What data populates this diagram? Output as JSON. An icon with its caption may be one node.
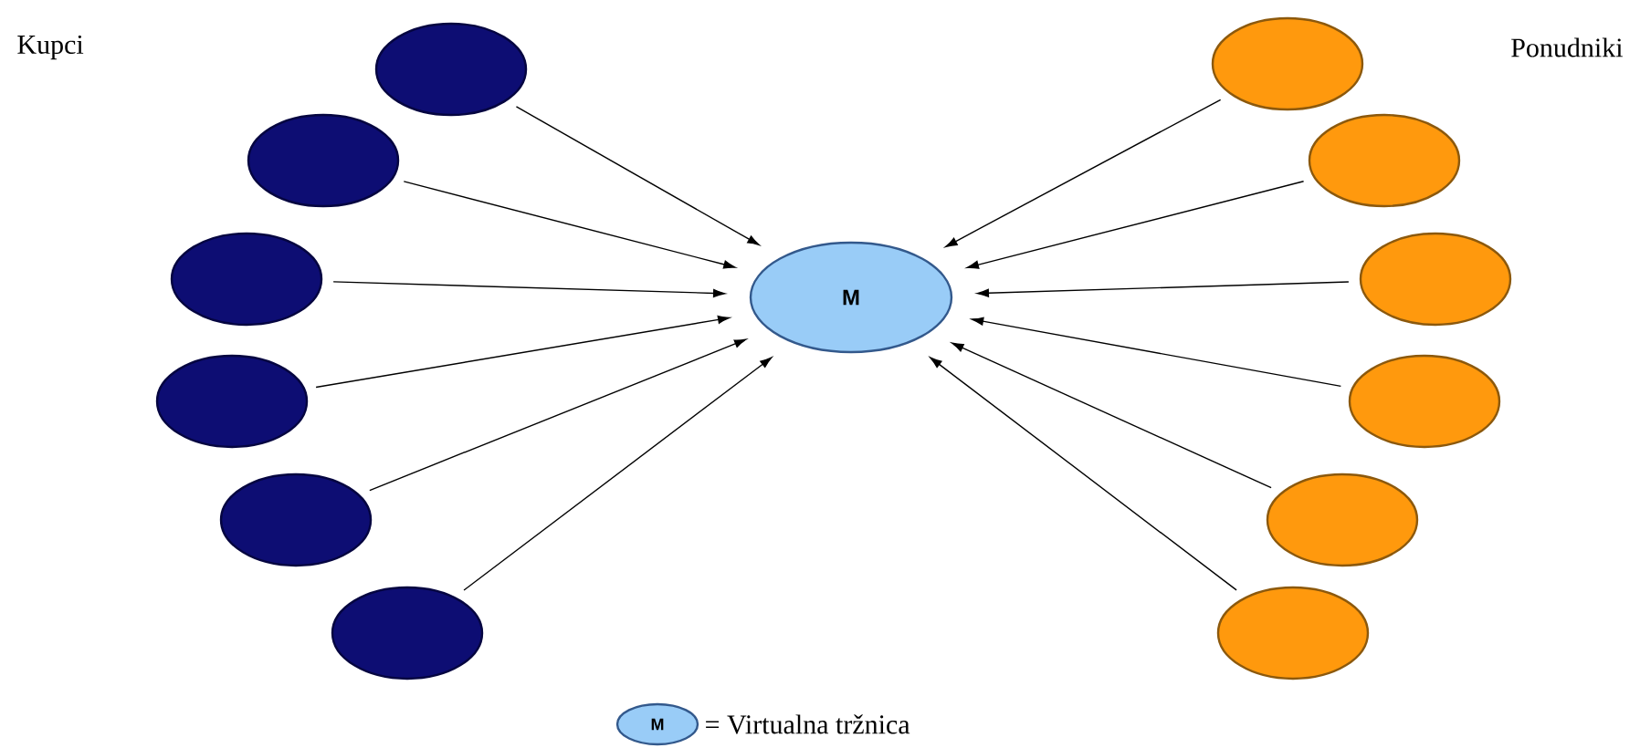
{
  "diagram": {
    "nodes": [
      {
        "text": [],
        "shape": "ellipse"
      },
      {
        "text": [],
        "shape": "ellipse"
      },
      {
        "text": [],
        "shape": "ellipse"
      },
      {
        "text": [],
        "shape": "ellipse"
      },
      {
        "text": [],
        "shape": "ellipse"
      },
      {
        "text": [],
        "shape": "ellipse"
      },
      {
        "text": [
          "M"
        ]
      },
      {
        "text": [],
        "shape": "ellipse"
      },
      {
        "text": [],
        "shape": "ellipse"
      },
      {
        "text": [],
        "shape": "ellipse"
      },
      {
        "text": [],
        "shape": "ellipse"
      },
      {
        "text": [],
        "shape": "ellipse"
      },
      {
        "text": [],
        "shape": "ellipse"
      },
      {
        "text": [
          "M"
        ],
        "beside": [
          "= Virtualna tržnica"
        ]
      }
    ],
    "edges": [
      {
        "from": 0,
        "to": 6,
        "arrow": "to"
      },
      {
        "from": 1,
        "to": 6,
        "arrow": "to"
      },
      {
        "from": 2,
        "to": 6,
        "arrow": "to"
      },
      {
        "from": 3,
        "to": 6,
        "arrow": "to"
      },
      {
        "from": 4,
        "to": 6,
        "arrow": "to"
      },
      {
        "from": 5,
        "to": 6,
        "arrow": "to"
      },
      {
        "from": 7,
        "to": 6,
        "arrow": "to"
      },
      {
        "from": 8,
        "to": 6,
        "arrow": "to"
      },
      {
        "from": 9,
        "to": 6,
        "arrow": "to"
      },
      {
        "from": 10,
        "to": 6,
        "arrow": "to"
      },
      {
        "from": 11,
        "to": 6,
        "arrow": "to"
      },
      {
        "from": 12,
        "to": 6,
        "arrow": "to"
      }
    ],
    "labels": [
      "Kupci",
      "Ponudniki"
    ]
  }
}
